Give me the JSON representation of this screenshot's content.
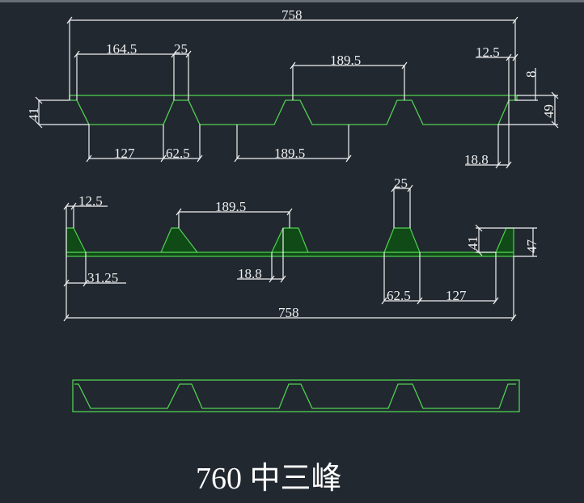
{
  "title": "760 中三峰",
  "colors": {
    "background": "#212830",
    "profile": "#4fd24f",
    "dimension": "#f2f2f2"
  },
  "top_view": {
    "overall_width": "758",
    "dims": {
      "d164_5": "164.5",
      "d25": "25",
      "d189_5_top": "189.5",
      "d12_5": "12.5",
      "d8": "8",
      "d49": "49",
      "d41": "41",
      "d127": "127",
      "d62_5": "62.5",
      "d189_5_bottom": "189.5",
      "d18_8": "18.8"
    }
  },
  "middle_view": {
    "overall_width": "758",
    "dims": {
      "d12_5": "12.5",
      "d189_5": "189.5",
      "d25": "25",
      "d41": "41",
      "d47": "47",
      "d31_25": "31.25",
      "d18_8": "18.8",
      "d62_5": "62.5",
      "d127": "127"
    }
  }
}
